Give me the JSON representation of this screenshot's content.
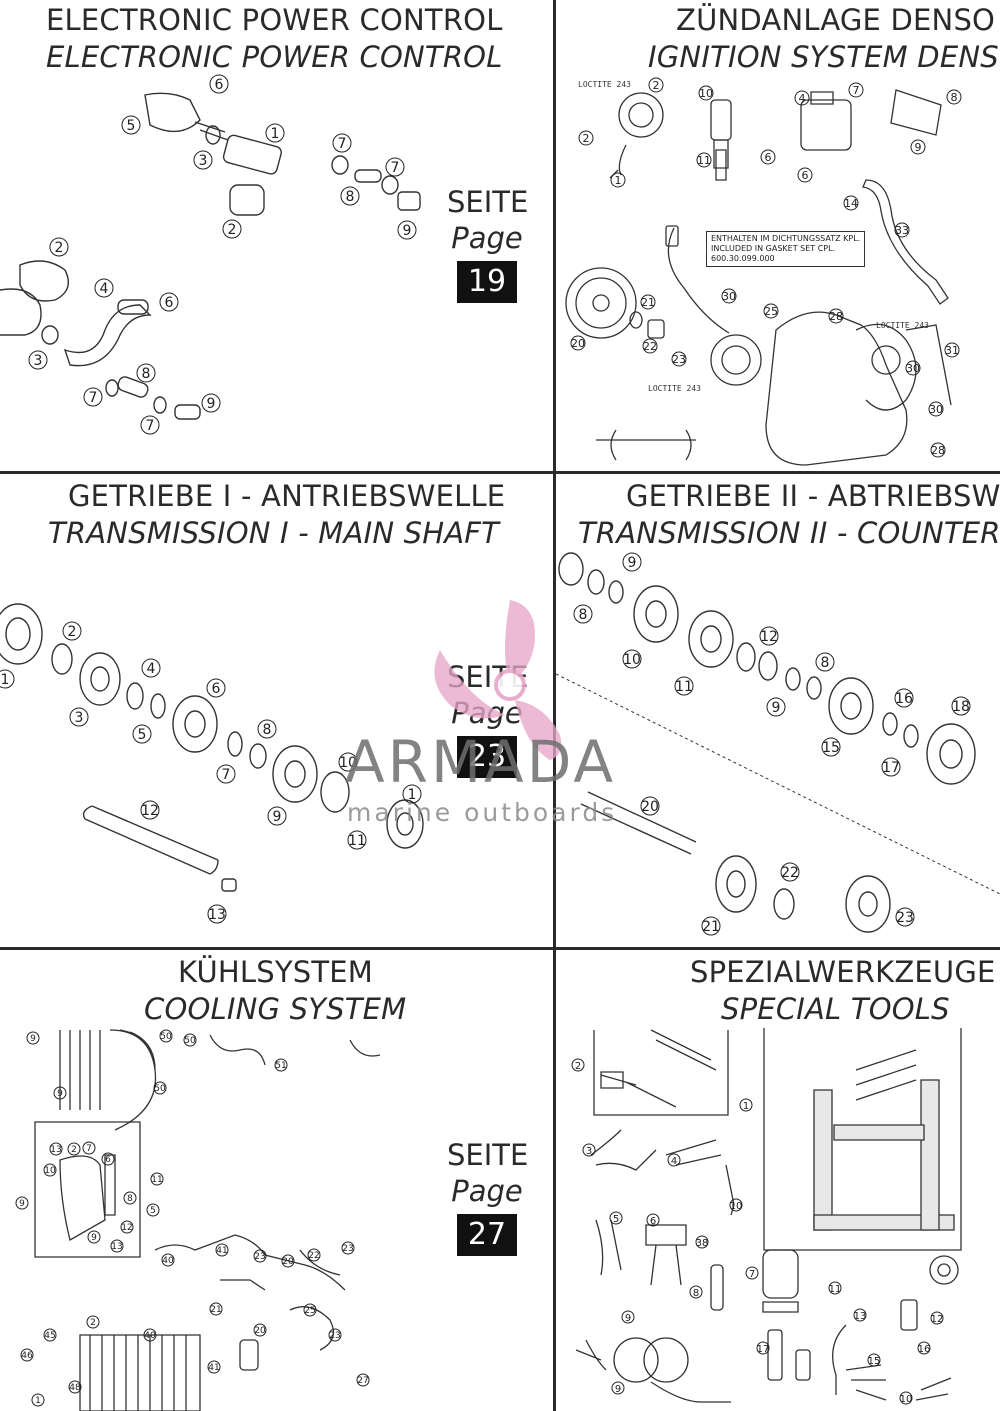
{
  "sections": [
    {
      "title_de": "ELECTRONIC POWER CONTROL",
      "title_en": "ELECTRONIC POWER CONTROL",
      "seite_label": "SEITE",
      "page_label": "Page",
      "page_number": "19"
    },
    {
      "title_de": "ZÜNDANLAGE DENSO",
      "title_en": "IGNITION SYSTEM DENSO"
    },
    {
      "title_de": "GETRIEBE I - ANTRIEBSWELLE",
      "title_en": "TRANSMISSION I - MAIN SHAFT",
      "seite_label": "SEITE",
      "page_label": "Page",
      "page_number": "23"
    },
    {
      "title_de": "GETRIEBE II - ABTRIEBSWEL",
      "title_en": "TRANSMISSION II - COUNTER"
    },
    {
      "title_de": "KÜHLSYSTEM",
      "title_en": "COOLING SYSTEM",
      "seite_label": "SEITE",
      "page_label": "Page",
      "page_number": "27"
    },
    {
      "title_de": "SPEZIALWERKZEUGE",
      "title_en": "SPECIAL TOOLS"
    }
  ],
  "ignition_notes": {
    "loctite_a": "LOCTITE 243",
    "loctite_b": "LOCTITE 243",
    "loctite_c": "LOCTITE 243",
    "gasket_box": [
      "ENTHALTEN IM DICHTUNGSSATZ KPL.",
      "INCLUDED IN GASKET SET CPL.",
      "600.30.099.000"
    ]
  },
  "watermark": {
    "brand": "ARMADA",
    "tagline": "marine outboards"
  },
  "colors": {
    "line": "#2a2a2a",
    "badge": "#111111",
    "watermark_pink": "#e6a6c8",
    "watermark_gray": "#6e6e6e"
  }
}
